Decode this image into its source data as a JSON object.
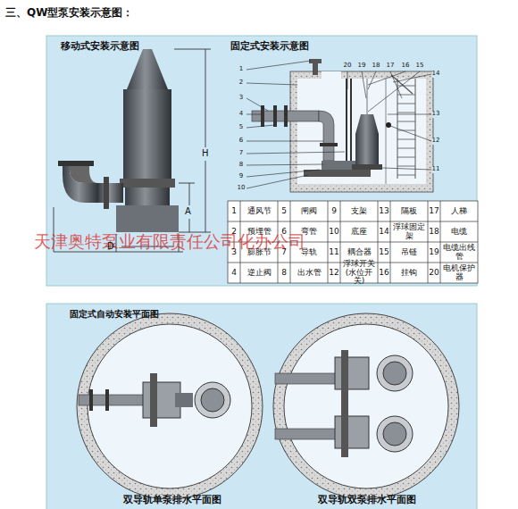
{
  "diagram": {
    "title": "三、QW型泵安装示意图：",
    "labels": [
      "移动式安装示意图",
      "固定式安装示意图",
      "H",
      "A",
      "D",
      "1",
      "2",
      "3",
      "4",
      "5",
      "6",
      "7",
      "8",
      "9",
      "10",
      "11",
      "12",
      "13",
      "14",
      "15",
      "16",
      "17",
      "18",
      "19",
      "20",
      "1",
      "通风节",
      "5",
      "闸阀",
      "9",
      "支架",
      "13",
      "隔板",
      "17",
      "人梯",
      "2",
      "预埋管",
      "6",
      "弯管",
      "10",
      "底座",
      "14",
      "浮球固定架",
      "18",
      "电缆",
      "3",
      "膨胀节",
      "7",
      "导轨",
      "11",
      "耦合器",
      "15",
      "吊链",
      "19",
      "电缆出线管",
      "4",
      "逆止阀",
      "8",
      "出水管",
      "12",
      "浮球开关(水位开关)",
      "16",
      "挂钩",
      "20",
      "电机保护器",
      "天津奥特泵业有限责任公司化办公司",
      "固定式自动安装平面图",
      "双导轨单泵排水平面图",
      "双导轨双泵排水平面图"
    ]
  }
}
